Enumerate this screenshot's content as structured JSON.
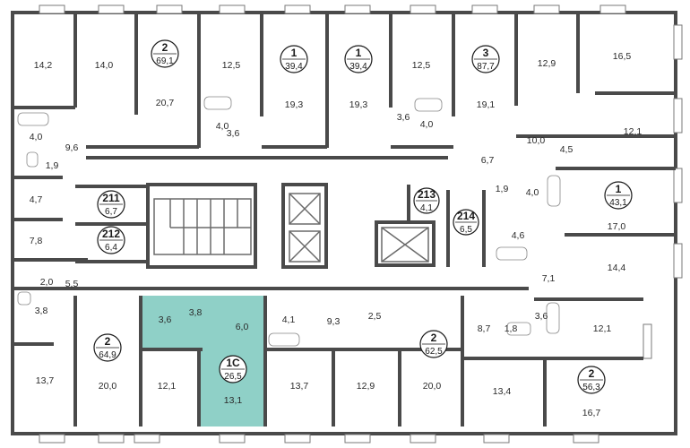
{
  "highlight_color": "#8fd0c7",
  "badges": [
    {
      "id": "b1",
      "num": "2",
      "area": "69,1"
    },
    {
      "id": "b2",
      "num": "1",
      "area": "39,4"
    },
    {
      "id": "b3",
      "num": "1",
      "area": "39,4"
    },
    {
      "id": "b4",
      "num": "3",
      "area": "87,7"
    },
    {
      "id": "b5",
      "num": "1",
      "area": "43,1"
    },
    {
      "id": "b6",
      "num": "211",
      "area": "6,7"
    },
    {
      "id": "b7",
      "num": "212",
      "area": "6,4"
    },
    {
      "id": "b8",
      "num": "213",
      "area": "4,1"
    },
    {
      "id": "b9",
      "num": "214",
      "area": "6,5"
    },
    {
      "id": "b10",
      "num": "2",
      "area": "64,9"
    },
    {
      "id": "b11",
      "num": "1С",
      "area": "26,5"
    },
    {
      "id": "b12",
      "num": "2",
      "area": "62,5"
    },
    {
      "id": "b13",
      "num": "2",
      "area": "56,3"
    }
  ],
  "room_labels": [
    "14,2",
    "14,0",
    "20,7",
    "12,5",
    "19,3",
    "19,3",
    "12,5",
    "19,1",
    "12,9",
    "16,5",
    "4,0",
    "9,6",
    "1,9",
    "4,0",
    "3,6",
    "3,6",
    "4,0",
    "10,0",
    "4,5",
    "12,1",
    "6,7",
    "4,7",
    "1,9",
    "4,0",
    "17,0",
    "7,8",
    "4,6",
    "14,4",
    "2,0",
    "5,5",
    "7,1",
    "3,8",
    "3,6",
    "3,8",
    "6,0",
    "4,1",
    "9,3",
    "2,5",
    "8,7",
    "1,8",
    "3,6",
    "12,1",
    "13,7",
    "20,0",
    "12,1",
    "13,1",
    "13,7",
    "12,9",
    "20,0",
    "13,4",
    "16,7"
  ]
}
